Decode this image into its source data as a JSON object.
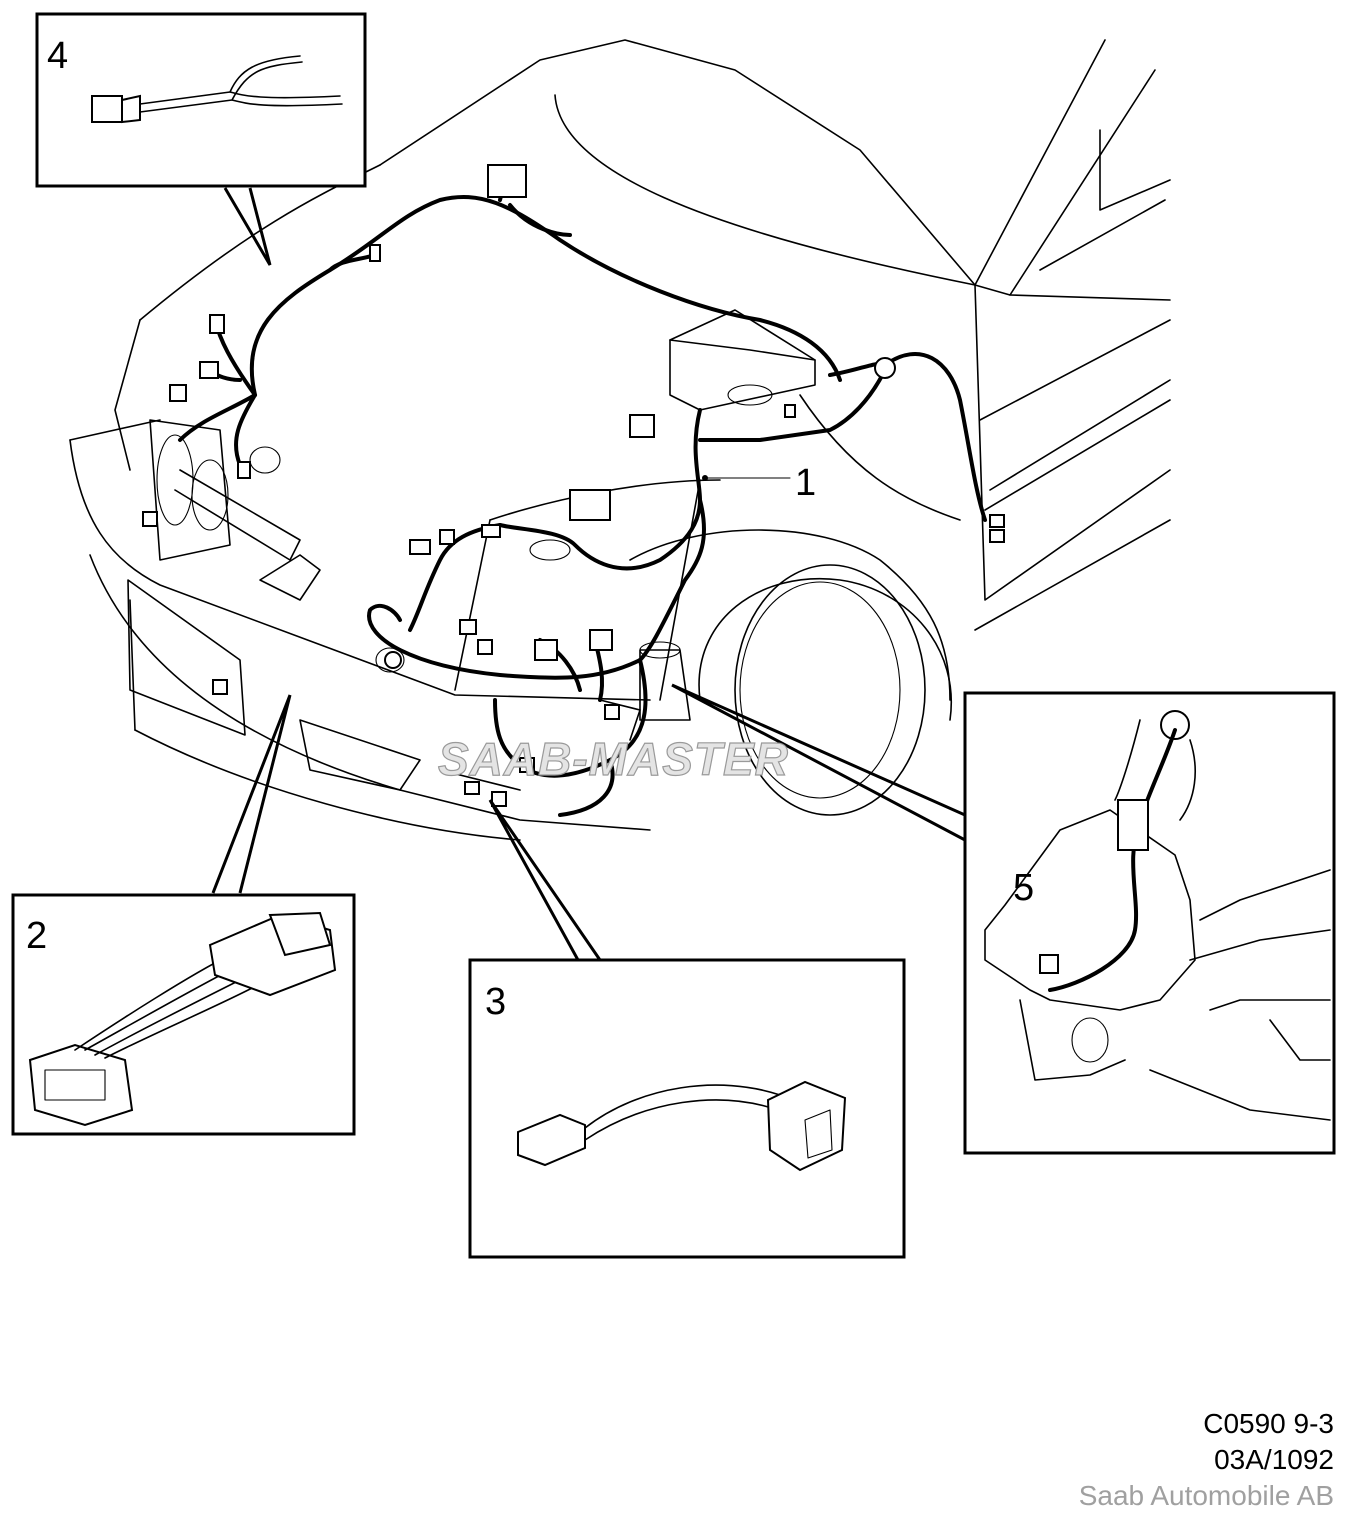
{
  "callouts": {
    "c1": "1",
    "c2": "2",
    "c3": "3",
    "c4": "4",
    "c5": "5"
  },
  "watermark": "SAAB-MASTER",
  "caption": {
    "code": "C0590 9-3",
    "ref": "03A/1092",
    "publisher": "Saab Automobile AB"
  }
}
